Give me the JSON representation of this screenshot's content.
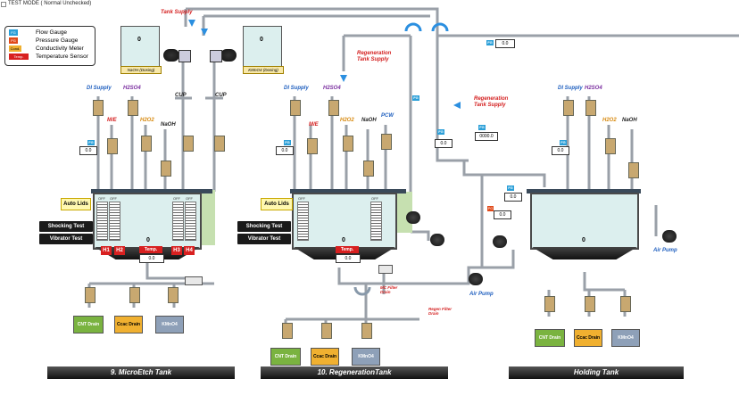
{
  "header": {
    "mode_checkbox": "TEST MODE ( Normal Unchecked)"
  },
  "legend": [
    {
      "tag": "FG",
      "label": "Flow Gauge",
      "color": "#2b9fd8"
    },
    {
      "tag": "PG",
      "label": "Pressure Gauge",
      "color": "#e04a1a"
    },
    {
      "tag": "Cond.",
      "label": "Conductivity Meter",
      "color": "#f0b030"
    },
    {
      "tag": "Temp.",
      "label": "Temperature Sensor",
      "color": "#d82020"
    }
  ],
  "top": {
    "tank_supply": "Tank Supply",
    "naoh_dosing_label": "NaOH (Dosing)",
    "naoh_dosing_value": "0",
    "kmno4_dosing_label": "KMnO4 (Dosing)",
    "kmno4_dosing_value": "0",
    "regen_supply_1": "Regeneration Tank Supply",
    "regen_supply_2": "Regeneration Tank Supply"
  },
  "fg_tag": "FG",
  "pg_tag": "PG",
  "microetch": {
    "title": "9. MicroEtch Tank",
    "di_supply": "DI Supply",
    "h2so4": "H2SO4",
    "me": "M/E",
    "h2o2": "H2O2",
    "naoh": "NaOH",
    "cup1": "CUP",
    "cup2": "CUP",
    "flow_value": "0.0",
    "tank_value": "0",
    "auto_lids": "Auto Lids",
    "shocking_test": "Shocking Test",
    "vibrator_test": "Vibrator Test",
    "heaters": [
      "H1",
      "H2",
      "H3",
      "H4"
    ],
    "temp_label": "Temp.",
    "temp_value": "0.0",
    "off": "OFF",
    "drains": [
      "CNT Drain",
      "Ccac Drain",
      "KMnO4"
    ]
  },
  "regen": {
    "title": "10. RegenerationTank",
    "di_supply": "DI Supply",
    "h2so4": "H2SO4",
    "me": "M/E",
    "h2o2": "H2O2",
    "naoh": "NaOH",
    "pcw": "PCW",
    "flow_value_left": "0.0",
    "flow_value_mid": "0.0",
    "flow_value_right": "0000.0",
    "tank_value": "0",
    "auto_lids": "Auto Lids",
    "shocking_test": "Shocking Test",
    "vibrator_test": "Vibrator Test",
    "temp_label": "Temp.",
    "temp_value": "0.0",
    "off": "OFF",
    "mc_filter_drain": "MC Filter Drain",
    "regen_filter_drain": "Regen Filter Drain",
    "air_pump": "Air Pump",
    "drains": [
      "CNT Drain",
      "Ccac Drain",
      "KMnO4"
    ]
  },
  "holding": {
    "title": "Holding Tank",
    "di_supply": "DI Supply",
    "h2so4": "H2SO4",
    "h2o2": "H2O2",
    "naoh": "NaOH",
    "flow_value_top": "0.0",
    "flow_value_left": "0.0",
    "flow_value_mid": "0.0",
    "pg_value": "0.0",
    "tank_value": "0",
    "air_pump": "Air Pump",
    "drains": [
      "CNT Drain",
      "Ccac Drain",
      "KMnO4"
    ]
  }
}
